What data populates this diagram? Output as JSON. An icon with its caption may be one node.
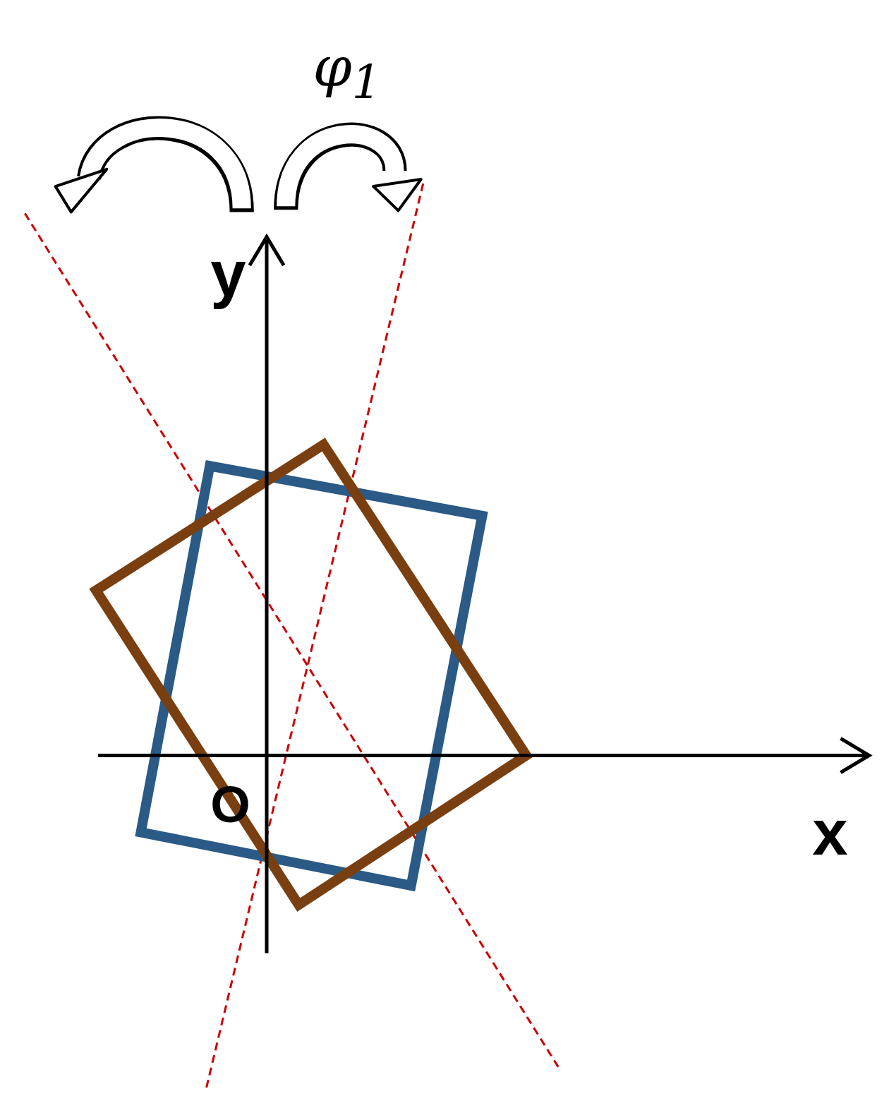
{
  "diagram": {
    "labels": [
      "φ$_{1}$",
      "y",
      "O",
      "x"
    ]
  }
}
